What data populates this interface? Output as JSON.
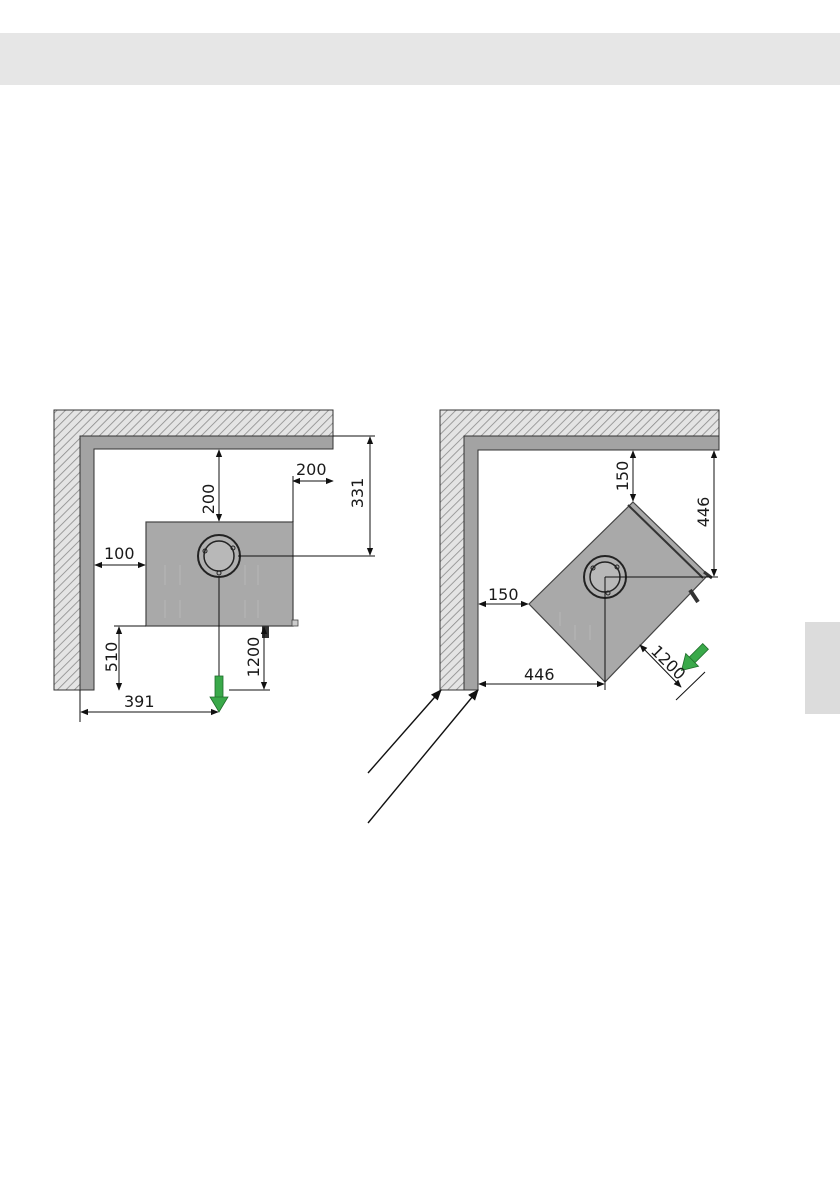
{
  "colors": {
    "header_band": "#e6e6e6",
    "side_tab": "#dcdcdc",
    "wall_hatch": "#9a9a9a",
    "insulation": "#9c9c9c",
    "stove_body": "#a8a8a8",
    "arrow_green": "#3aa94a"
  },
  "plan_left": {
    "dim_top_clearance": "200",
    "dim_right_clearance": "200",
    "dim_flue_right": "331",
    "dim_left_clearance": "100",
    "dim_flue_bottom": "510",
    "dim_front_clearance": "1200",
    "dim_flue_left": "391"
  },
  "plan_right": {
    "dim_top_clearance": "150",
    "dim_flue_right": "446",
    "dim_left_clearance": "150",
    "dim_flue_bottom": "446",
    "dim_front_clearance": "1200"
  },
  "icons": [
    "green-arrow-icon",
    "flue-collar-icon"
  ]
}
